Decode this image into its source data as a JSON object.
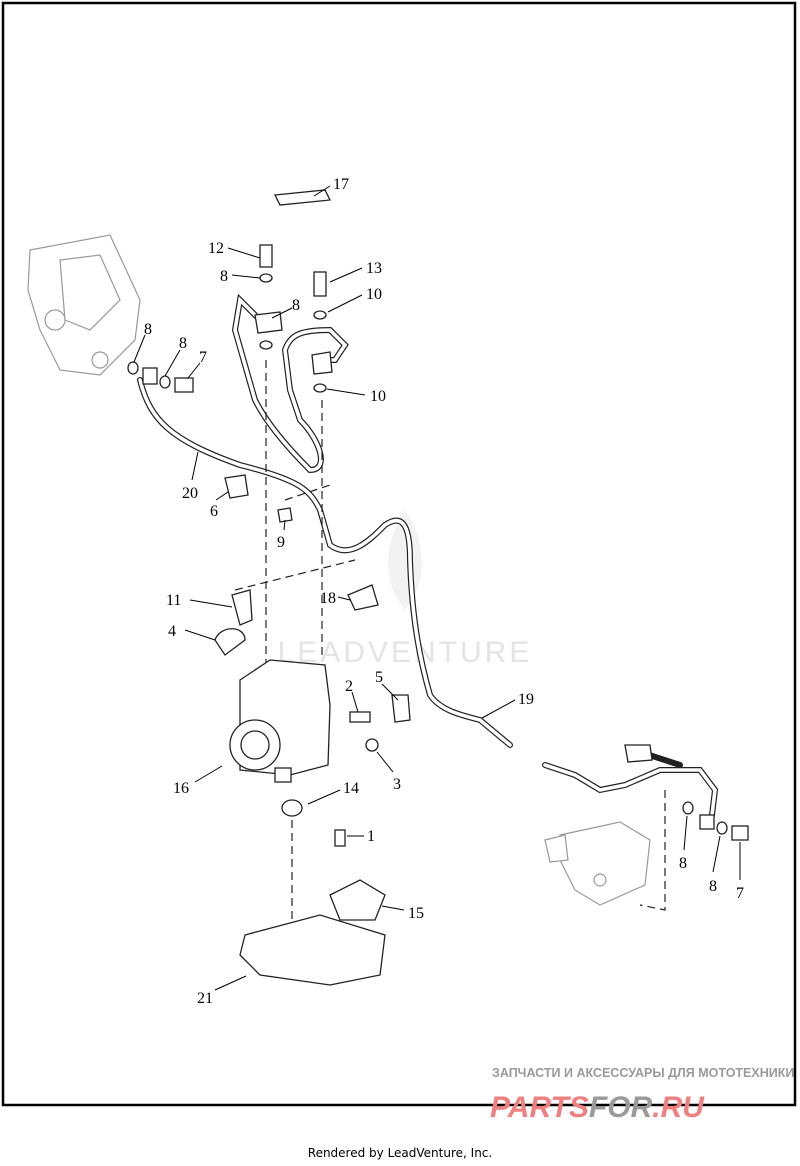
{
  "callouts": [
    "17",
    "12",
    "8",
    "13",
    "8",
    "10",
    "10",
    "8",
    "8",
    "7",
    "20",
    "6",
    "9",
    "11",
    "4",
    "18",
    "2",
    "5",
    "19",
    "3",
    "16",
    "14",
    "1",
    "15",
    "21",
    "8",
    "8",
    "7"
  ],
  "watermark": {
    "brand": "LEADVENTURE",
    "shop_tagline": "ЗАПЧАСТИ И АКСЕССУАРЫ ДЛЯ МОТОТЕХНИКИ",
    "shop_logo": "PARTSFOR.RU",
    "shop_logo_parts": [
      "PARTS",
      "FOR",
      ".RU"
    ]
  },
  "footer": "Rendered by LeadVenture, Inc.",
  "colors": {
    "logo_red": "#f08080",
    "logo_gray": "#9a9a9a"
  }
}
